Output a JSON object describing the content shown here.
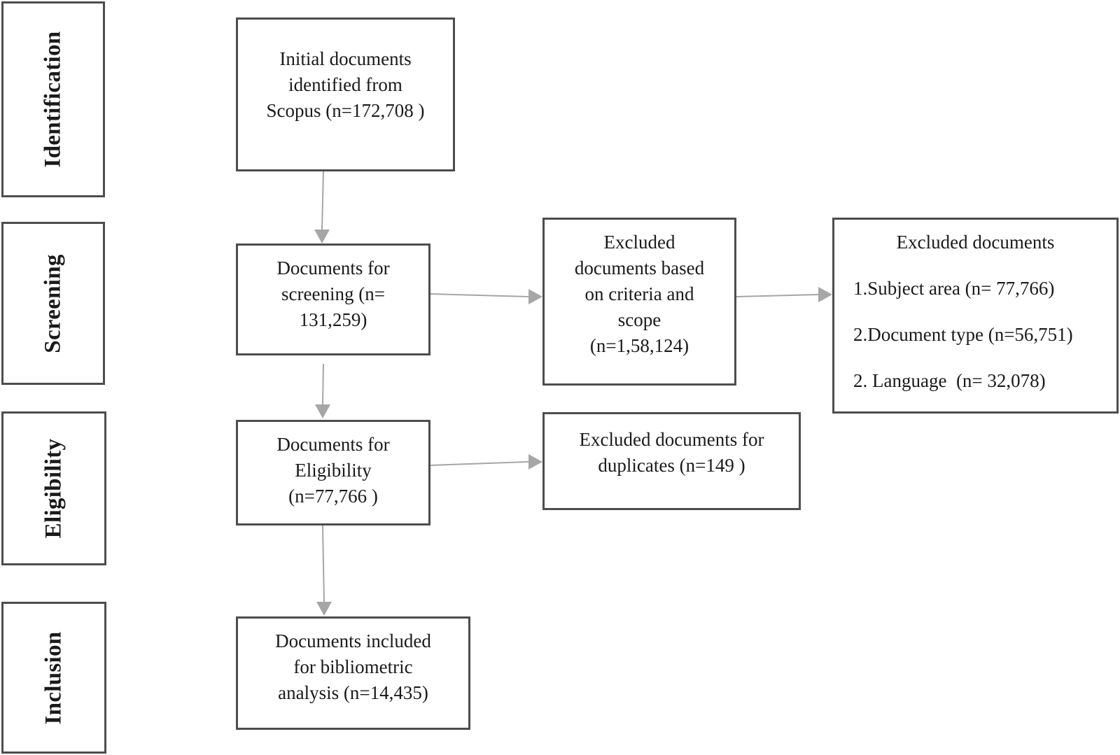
{
  "phases": {
    "identification": "Identification",
    "screening": "Screening",
    "eligibility": "Eligibility",
    "inclusion": "Inclusion"
  },
  "boxes": {
    "initial": [
      "Initial documents",
      "identified from",
      "Scopus (n=172,708 )"
    ],
    "screening": [
      "Documents for",
      "screening (n=",
      "131,259)"
    ],
    "excluded_criteria": [
      "Excluded",
      "documents based",
      "on criteria and",
      "scope",
      "(n=1,58,124)"
    ],
    "excluded_list": {
      "title": "Excluded documents",
      "items": [
        "1.Subject area (n= 77,766)",
        "2.Document type (n=56,751)",
        "2. Language  (n= 32,078)"
      ]
    },
    "eligibility": [
      "Documents for",
      "Eligibility",
      "(n=77,766 )"
    ],
    "excluded_duplicates": [
      "Excluded documents for",
      "duplicates (n=149 )"
    ],
    "included": [
      "Documents included",
      "for bibliometric",
      "analysis (n=14,435)"
    ]
  },
  "colors": {
    "border": "#4d4d4d",
    "arrow": "#a6a6a6",
    "text": "#1a1a1a"
  }
}
